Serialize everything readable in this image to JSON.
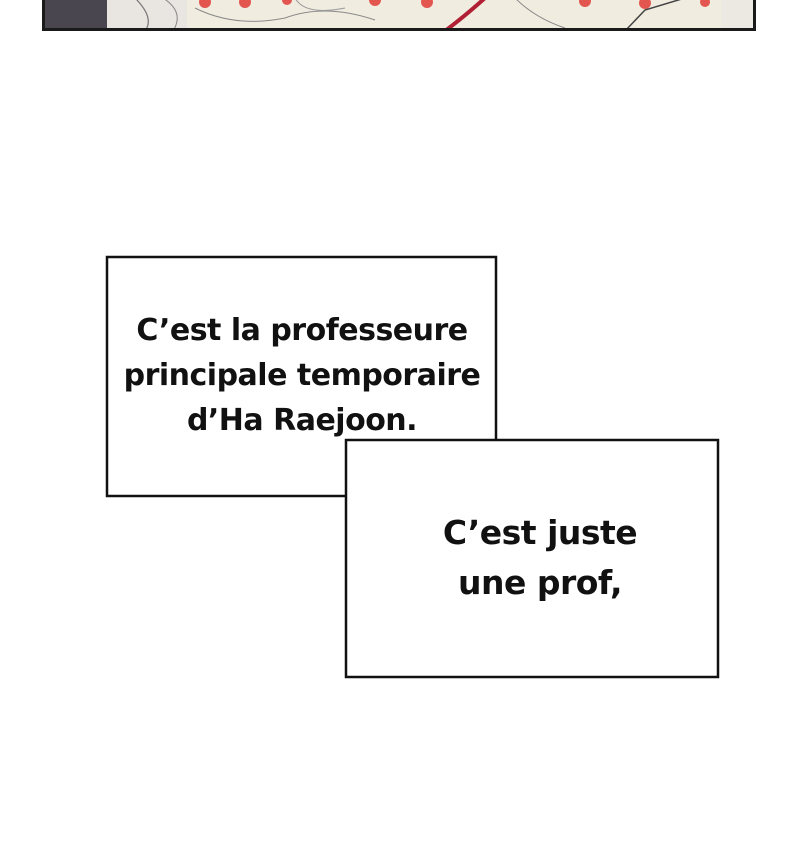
{
  "caption_1": {
    "lines": [
      "C’est la professeure",
      "principale temporaire",
      "d’Ha Raejoon."
    ]
  },
  "caption_2": {
    "lines": [
      "C’est juste",
      "une prof,"
    ]
  }
}
